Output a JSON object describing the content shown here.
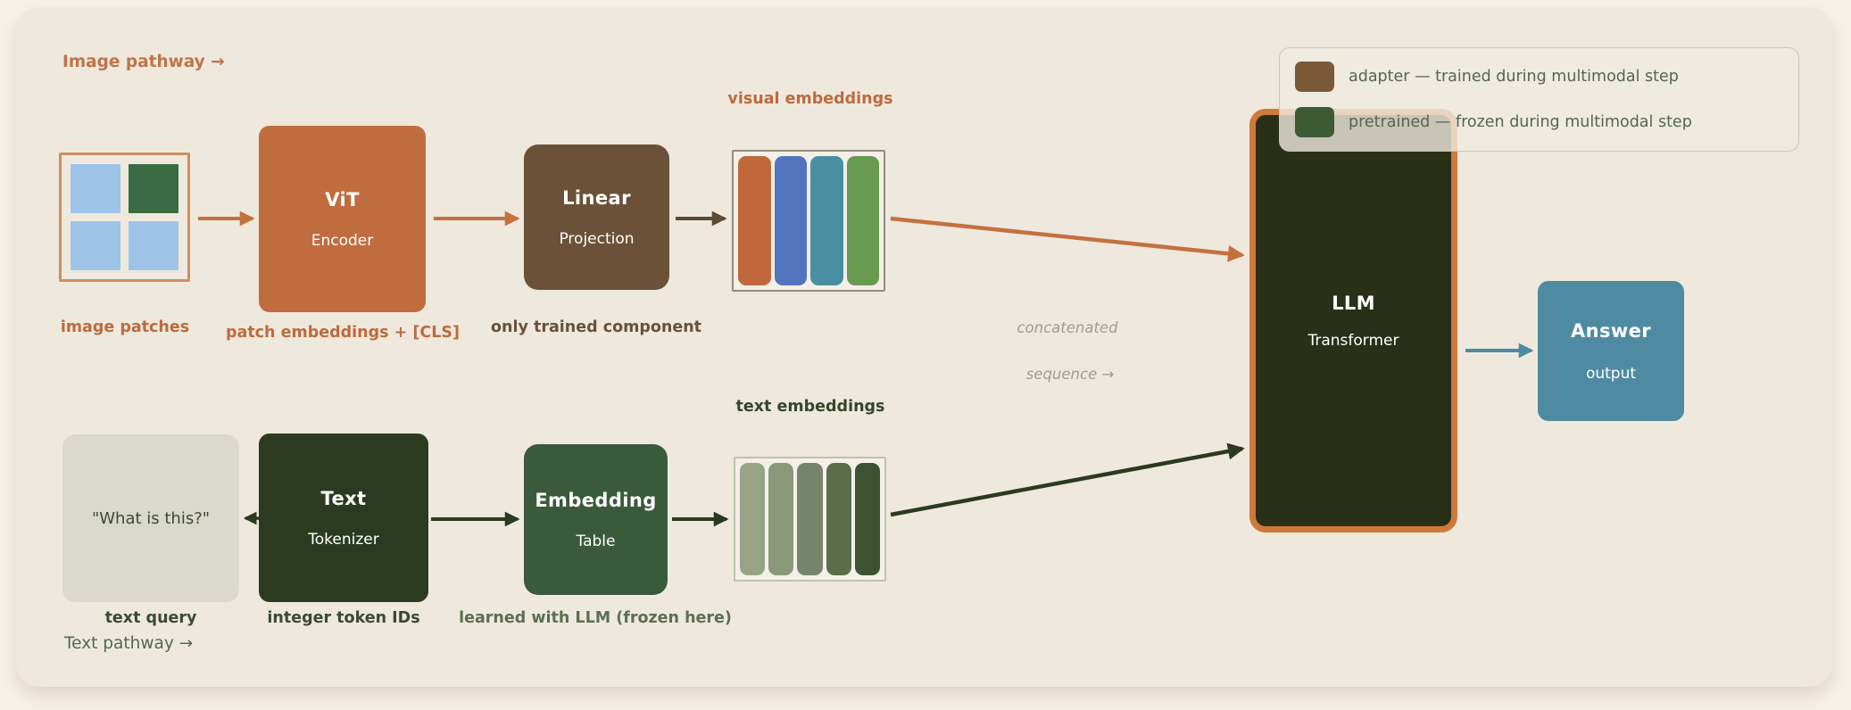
{
  "pathways": {
    "image_label": "Image pathway →",
    "text_label": "Text pathway →"
  },
  "image_pathway": {
    "patches": {
      "caption": "image patches",
      "grid_colors": [
        "#9EC4E8",
        "#3A6B42",
        "#9EC4E8",
        "#9EC4E8"
      ]
    },
    "vit": {
      "title": "ViT",
      "subtitle": "Encoder",
      "caption": "patch embeddings + [CLS]"
    },
    "linear": {
      "title": "Linear",
      "subtitle": "Projection",
      "caption": "only trained component"
    },
    "visual_embeddings": {
      "label": "visual embeddings",
      "bar_colors": [
        "#C0683C",
        "#5274BE",
        "#4A8EA2",
        "#689A51"
      ]
    }
  },
  "text_pathway": {
    "query": {
      "text": "\"What is this?\"",
      "caption": "text query"
    },
    "tokenizer": {
      "title": "Text",
      "subtitle": "Tokenizer",
      "caption": "integer token IDs"
    },
    "embedding": {
      "title": "Embedding",
      "subtitle": "Table",
      "caption": "learned with LLM (frozen here)"
    },
    "text_embeddings": {
      "label": "text embeddings",
      "bar_colors": [
        "#97A385",
        "#8A9879",
        "#75856A",
        "#5B6E4C",
        "#3D5230"
      ]
    }
  },
  "concat_note": {
    "line1": "concatenated",
    "line2": "sequence →"
  },
  "llm": {
    "title": "LLM",
    "subtitle": "Transformer"
  },
  "answer": {
    "title": "Answer",
    "subtitle": "output"
  },
  "legend": {
    "items": [
      {
        "color": "#7A5939",
        "label": "adapter — trained during multimodal step"
      },
      {
        "color": "#3C5B35",
        "label": "pretrained — frozen during multimodal step"
      }
    ]
  },
  "colors": {
    "accent_orange": "#C4703F",
    "adapter_brown": "#6A5138",
    "pretrained_green": "#2E3D22",
    "output_teal": "#4E8BA3"
  }
}
